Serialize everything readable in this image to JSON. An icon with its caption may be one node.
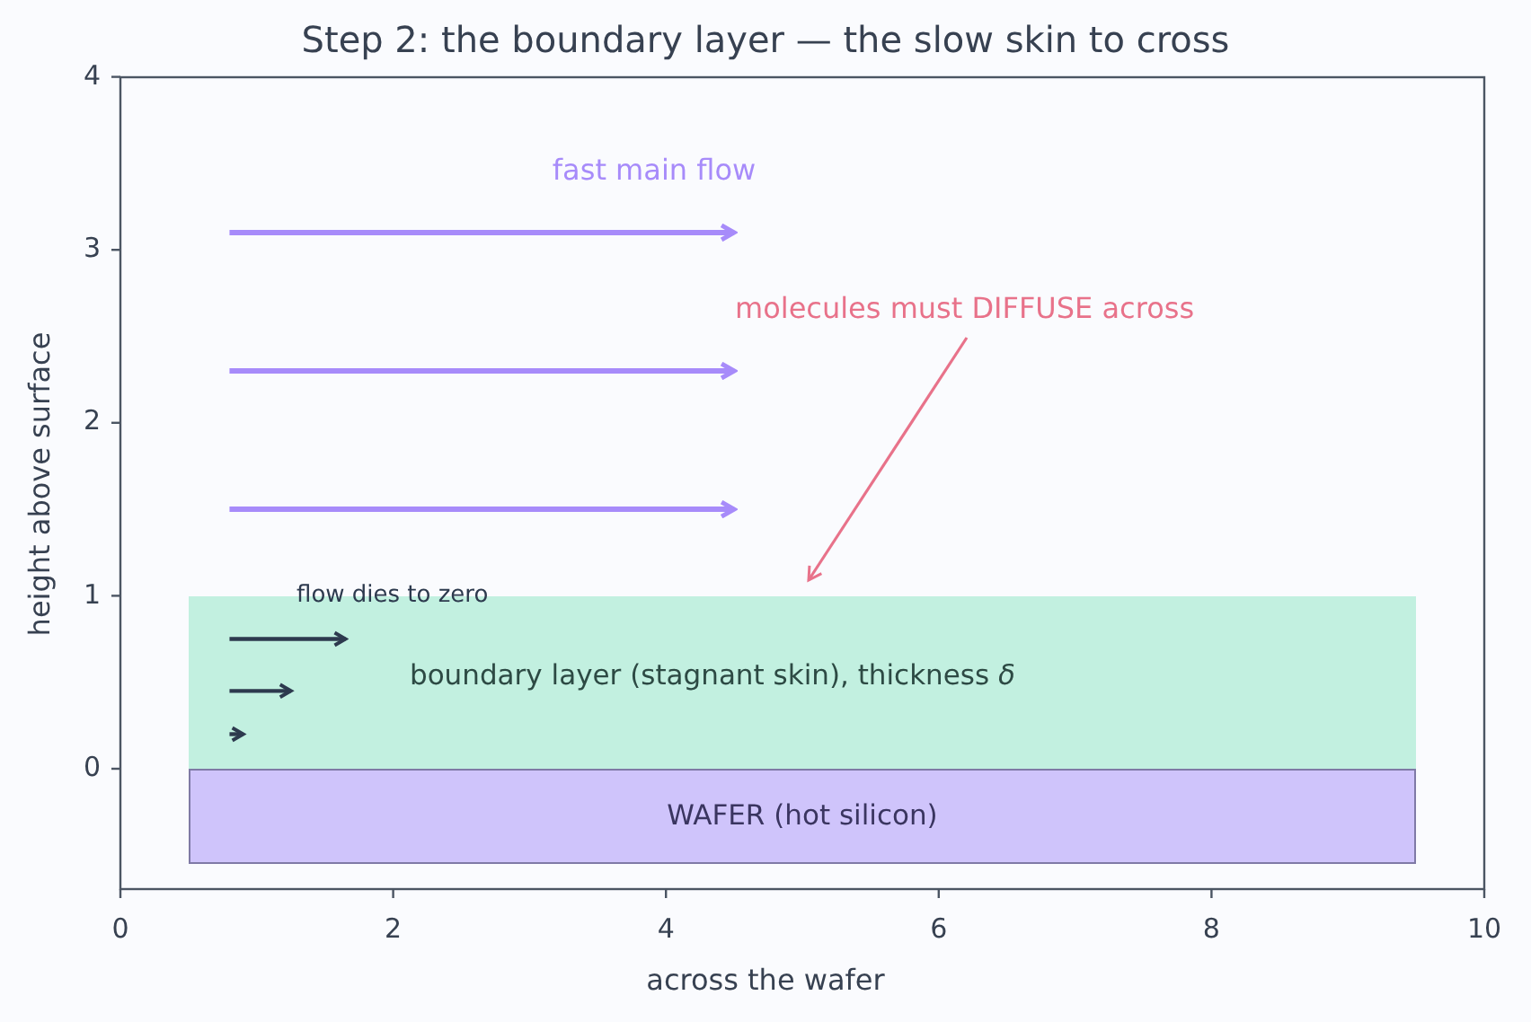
{
  "diagram": {
    "title": "Step 2: the boundary layer — the slow skin to cross",
    "nodes": [
      {
        "text": [
          "molecules must DIFFUSE across"
        ]
      },
      {
        "text": [
          "boundary layer (stagnant skin), thickness *δ*"
        ]
      },
      {
        "text": [
          "WAFER (hot silicon)"
        ]
      }
    ],
    "edges": [
      {
        "from": 0,
        "to": 1,
        "arrow": "to"
      }
    ],
    "labels": [
      "fast main flow",
      "flow dies to zero",
      "4",
      "3",
      "2",
      "1",
      "0",
      "0",
      "2",
      "4",
      "6",
      "8",
      "10",
      "height above surface",
      "across the wafer"
    ]
  }
}
